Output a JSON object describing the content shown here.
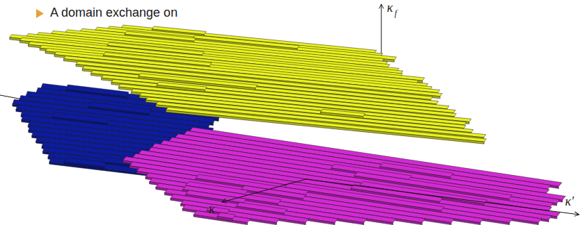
{
  "diagram": {
    "labels": [
      "A domain exchange on",
      "κ",
      "f",
      "κ",
      "κ′"
    ]
  }
}
